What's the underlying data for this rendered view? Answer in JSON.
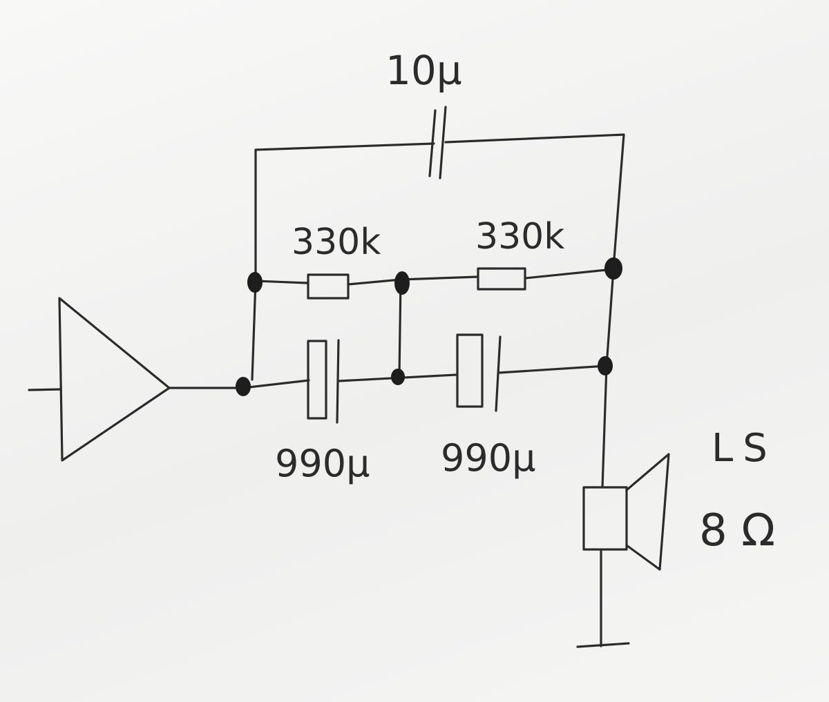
{
  "diagram": {
    "labels": {
      "c_feedback": "10µ",
      "r1": "330k",
      "r2": "330k",
      "c1": "990µ",
      "c2": "990µ",
      "speaker_name": "LS",
      "speaker_impedance": "8 Ω"
    },
    "colors": {
      "ink": "#2b2b2b",
      "paper": "#f4f4f3"
    }
  }
}
